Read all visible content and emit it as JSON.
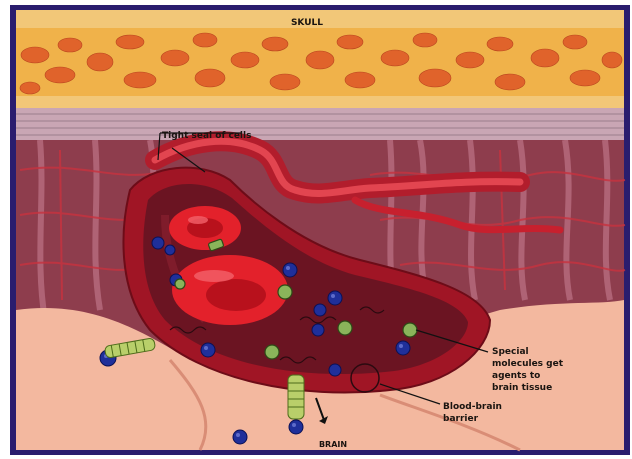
{
  "labels": {
    "skull": "SKULL",
    "tight_seal": "Tight seal of cells",
    "special_molecules": [
      "Special",
      "molecules get",
      "agents to",
      "brain tissue"
    ],
    "barrier": [
      "Blood-brain",
      "barrier"
    ],
    "brain": "BRAIN"
  },
  "colors": {
    "frame": "#2a1d6e",
    "bone": "#f0b24a",
    "bone_pores": "#e0632b",
    "meninges": "#c9a6b4",
    "tissue_bg": "#8e3d4d",
    "brain_tissue": "#f3b89f",
    "vessel_wall": "#b21d2c",
    "blood_cell": "#e3212b",
    "blue_molecule": "#1f2f9a",
    "green_molecule": "#8ab45a"
  }
}
